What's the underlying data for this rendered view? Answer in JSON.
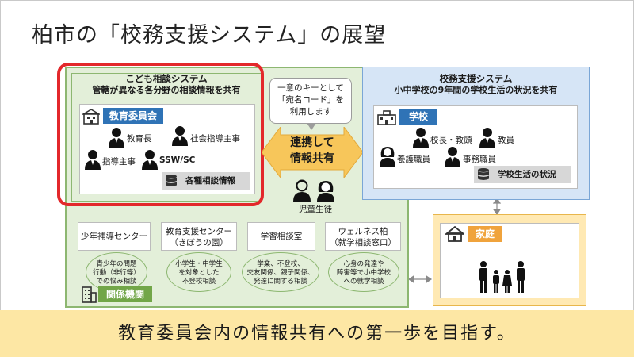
{
  "page": {
    "title": "柏市の「校務支援システム」の展望"
  },
  "kodomo": {
    "title": "こども相談システム",
    "subtitle": "管轄が異なる各分野の相談情報を共有",
    "org_tag": "教育委員会",
    "people": {
      "kyoikucho": "教育長",
      "shakai": "社会指導主事",
      "shido": "指導主事",
      "ssw": "SSW/SC"
    },
    "info": "各種相談情報"
  },
  "center": {
    "callout": [
      "一意のキーとして",
      "「宛名コード」を",
      "利用します"
    ],
    "arrow": [
      "連携して",
      "情報共有"
    ],
    "students": "児童生徒"
  },
  "school": {
    "title": "校務支援システム",
    "subtitle": "小中学校の9年間の学校生活の状況を共有",
    "tag": "学校",
    "people": {
      "kocho": "校長・教頭",
      "kyoin": "教員",
      "yogo": "養護職員",
      "jimu": "事務職員"
    },
    "info": "学校生活の状況"
  },
  "home": {
    "tag": "家庭"
  },
  "related": {
    "tag": "関係機関",
    "orgs": [
      {
        "name": [
          "少年補導センター"
        ],
        "desc": [
          "青少年の問題",
          "行動（非行等）",
          "での悩み相談"
        ]
      },
      {
        "name": [
          "教育支援センター",
          "（きぼうの園）"
        ],
        "desc": [
          "小学生・中学生",
          "を対象とした",
          "不登校相談"
        ]
      },
      {
        "name": [
          "学習相談室"
        ],
        "desc": [
          "学業、不登校、",
          "交友関係、親子関係、",
          "発達に関する相談"
        ]
      },
      {
        "name": [
          "ウェルネス柏",
          "（就学相談窓口）"
        ],
        "desc": [
          "心身の発達や",
          "障害等で小中学校",
          "への就学相談"
        ]
      }
    ]
  },
  "banner": "教育委員会内の情報共有への第一歩を目指す。",
  "colors": {
    "green": "#8db771",
    "green_fill": "#e3efd9",
    "blue": "#2f73b6",
    "blue_fill": "#d6e5f6",
    "red_ring": "#e3282b",
    "orange": "#f0a33c",
    "banner": "#fde7a4",
    "arrow": "#f7c65a"
  }
}
